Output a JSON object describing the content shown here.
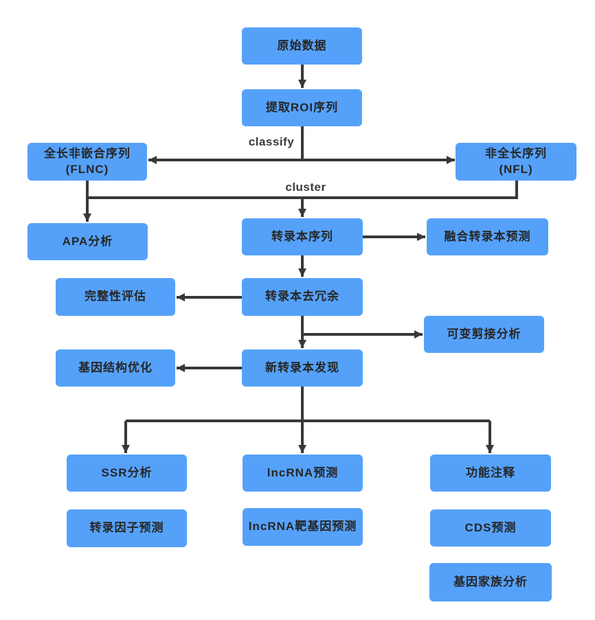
{
  "diagram": {
    "title_hint": "transcriptome-analysis-pipeline-flowchart",
    "colors": {
      "bg": "#ffffff",
      "node_fill": "#55a1fa",
      "text": "#262626",
      "arrow": "#383838",
      "edge_label": "#3a3a3a"
    },
    "labels": {
      "classify": "classify",
      "cluster": "cluster"
    },
    "nodes": {
      "raw_data": {
        "label": "原始数据"
      },
      "extract_roi": {
        "label": "提取ROI序列"
      },
      "flnc": {
        "line1": "全长非嵌合序列",
        "line2": "(FLNC)"
      },
      "nfl": {
        "line1": "非全长序列",
        "line2": "(NFL)"
      },
      "apa": {
        "label": "APA分析"
      },
      "transcript_seq": {
        "label": "转录本序列"
      },
      "fusion_pred": {
        "label": "融合转录本预测"
      },
      "integrity": {
        "label": "完整性评估"
      },
      "dedup": {
        "label": "转录本去冗余"
      },
      "alt_splice": {
        "label": "可变剪接分析"
      },
      "gene_struct": {
        "label": "基因结构优化"
      },
      "novel_transcript": {
        "label": "新转录本发现"
      },
      "ssr": {
        "label": "SSR分析"
      },
      "lncrna_pred": {
        "label": "lncRNA预测"
      },
      "func_annot": {
        "label": "功能注释"
      },
      "tf_pred": {
        "label": "转录因子预测"
      },
      "lncrna_target": {
        "label": "lncRNA靶基因预测"
      },
      "cds_pred": {
        "label": "CDS预测"
      },
      "gene_family": {
        "label": "基因家族分析"
      }
    }
  }
}
